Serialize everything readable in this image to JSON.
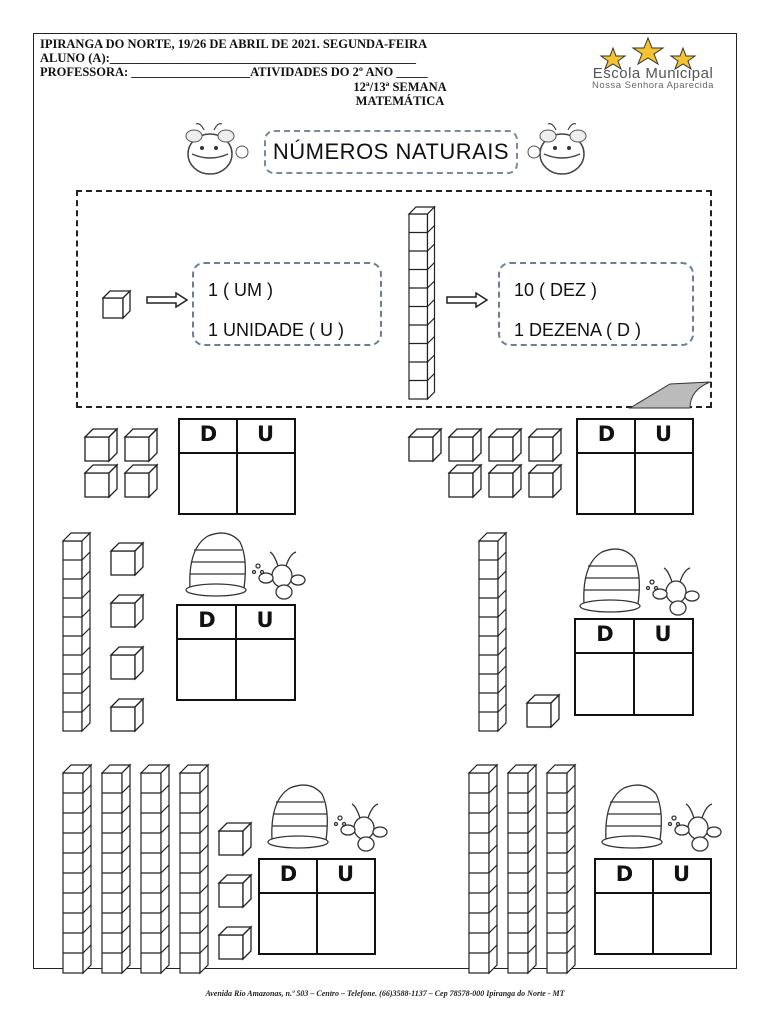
{
  "header": {
    "line1": "IPIRANGA DO NORTE, 19/26 DE ABRIL DE 2021. SEGUNDA-FEIRA",
    "line2": "ALUNO (A):_________________________________________________",
    "line3": "PROFESSORA: ___________________ATIVIDADES DO 2º ANO _____",
    "line4": "12ª/13ª SEMANA",
    "line5": "MATEMÁTICA"
  },
  "logo": {
    "name": "Escola Municipal",
    "subtitle": "Nossa Senhora Aparecida"
  },
  "title": "NÚMEROS NATURAIS",
  "definitions": {
    "unit": {
      "line1": "1 ( UM )",
      "line2": "1 UNIDADE ( U )"
    },
    "ten": {
      "line1": "10 ( DEZ )",
      "line2": "1 DEZENA ( D )"
    }
  },
  "table": {
    "d_label": "D",
    "u_label": "U"
  },
  "exercises": [
    {
      "tens": 0,
      "units": 4
    },
    {
      "tens": 0,
      "units": 7
    },
    {
      "tens": 1,
      "units": 4
    },
    {
      "tens": 1,
      "units": 1
    },
    {
      "tens": 4,
      "units": 3
    },
    {
      "tens": 3,
      "units": 0
    }
  ],
  "footer": "Avenida Rio Amazonas, n.º 503 – Centro – Telefone. (66)3588-1137 – Cep 78578-000  Ipiranga do Norte - MT"
}
